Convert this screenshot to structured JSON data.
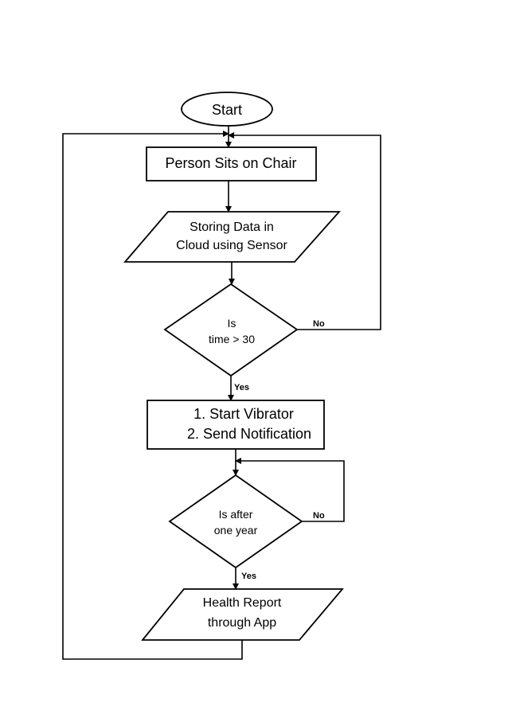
{
  "flowchart": {
    "start": "Start",
    "sit": "Person Sits on Chair",
    "store": [
      "Storing Data in",
      "Cloud using Sensor"
    ],
    "decision_time": [
      "Is",
      "time > 30"
    ],
    "action": [
      "1. Start Vibrator",
      "2. Send Notification"
    ],
    "decision_year": [
      "Is after",
      "one year"
    ],
    "report": [
      "Health Report",
      "through App"
    ],
    "yes_label": "Yes",
    "no_label": "No"
  }
}
